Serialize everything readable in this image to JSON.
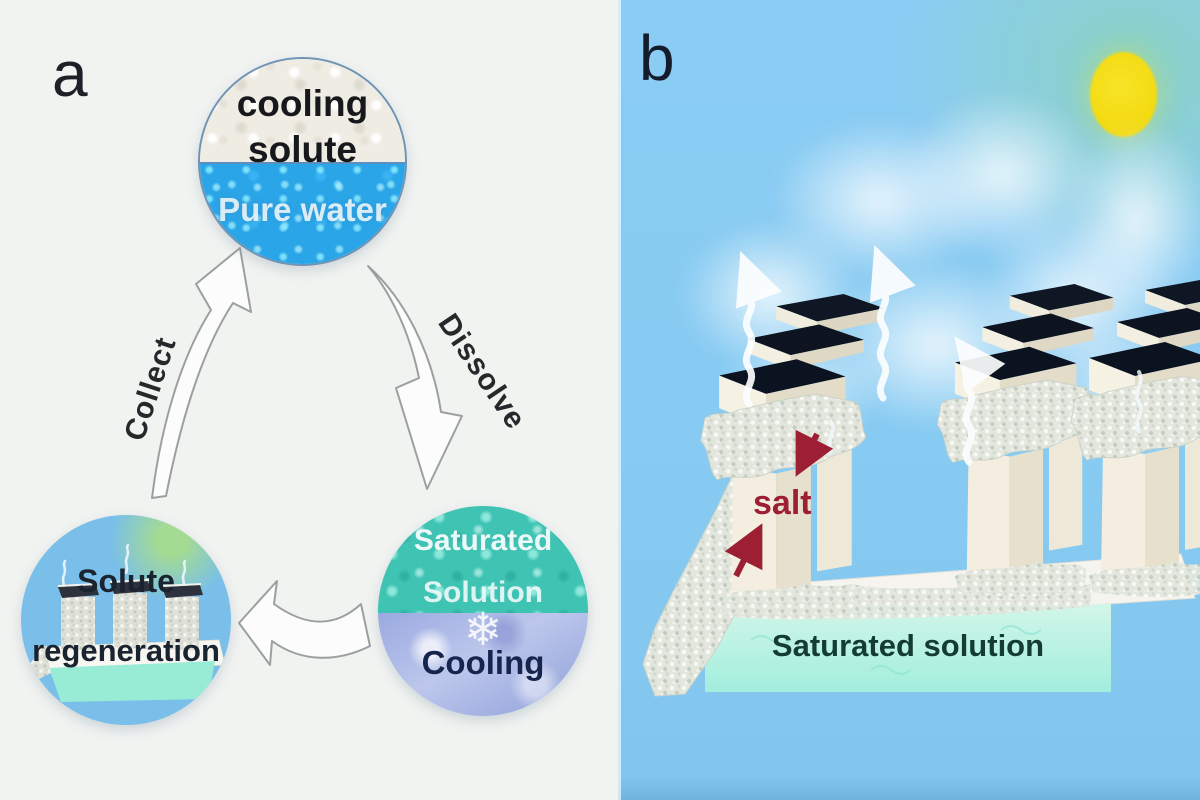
{
  "figure": {
    "panel_a": {
      "label": "a",
      "top_circle": {
        "title_line1": "cooling",
        "title_line2": "solute",
        "water_label": "Pure water"
      },
      "collect_label": "Collect",
      "dissolve_label": "Dissolve",
      "regen_circle": {
        "line1": "Solute",
        "line2": "regeneration"
      },
      "saturated_circle": {
        "line1": "Saturated",
        "line2": "Solution",
        "bottom_label": "Cooling",
        "snowflake_glyph": "❄"
      }
    },
    "panel_b": {
      "label": "b",
      "salt_label": "salt",
      "basin_label": "Saturated solution"
    },
    "colors": {
      "panel_a_bg": "#f1f3f1",
      "sky_blue": "#87cbf2",
      "sun_yellow": "#f2d90d",
      "water_blue": "#2aa6e8",
      "teal_water": "#3fc3b3",
      "basin_aqua": "#aceede",
      "salt_red": "#9c1f33",
      "circle_blue": "#79bfe9"
    }
  }
}
